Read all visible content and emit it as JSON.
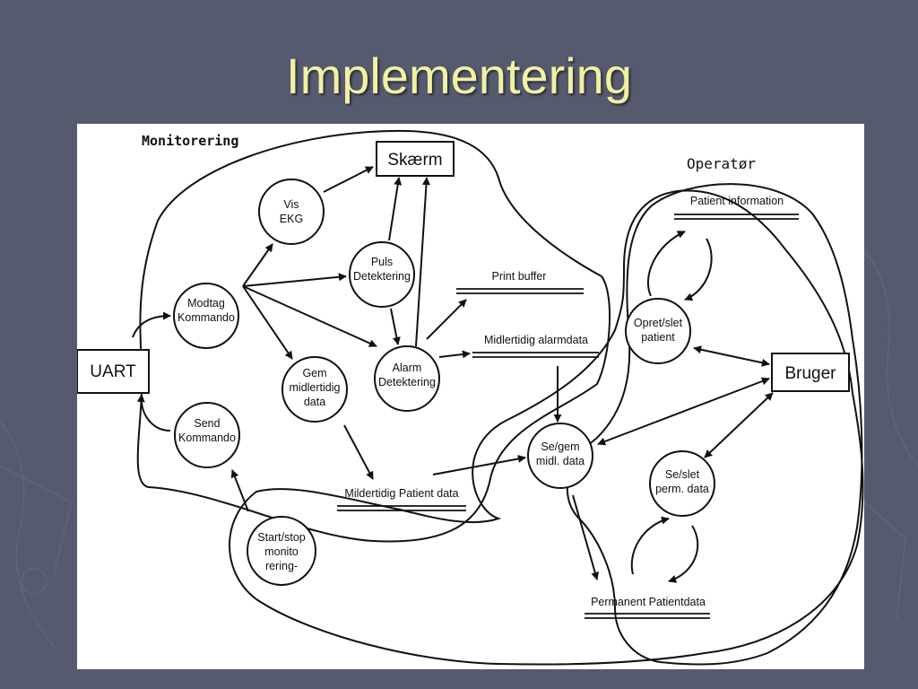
{
  "slide": {
    "title": "Implementering"
  },
  "diagram": {
    "boundaries": {
      "monitorering": "Monitorering",
      "operator": "Operatør"
    },
    "entities": {
      "uart": "UART",
      "skaerm": "Skærm",
      "bruger": "Bruger"
    },
    "processes": {
      "vis_ekg": [
        "Vis",
        "EKG"
      ],
      "puls": [
        "Puls",
        "Detektering"
      ],
      "modtag": [
        "Modtag",
        "Kommando"
      ],
      "alarm": [
        "Alarm",
        "Detektering"
      ],
      "gem": [
        "Gem",
        "midlertidig",
        "data"
      ],
      "send": [
        "Send",
        "Kommando"
      ],
      "start_stop": [
        "Start/stop",
        "monito",
        "rering-"
      ],
      "se_gem": [
        "Se/gem",
        "midl. data"
      ],
      "opret_slet": [
        "Opret/slet",
        "patient"
      ],
      "se_slet": [
        "Se/slet",
        "perm. data"
      ]
    },
    "stores": {
      "print_buffer": "Print buffer",
      "midl_alarm": "Midlertidig alarmdata",
      "midl_patient": "Mildertidig Patient data",
      "patient_info": "Patient information",
      "permanent": "Permanent Patientdata"
    }
  }
}
